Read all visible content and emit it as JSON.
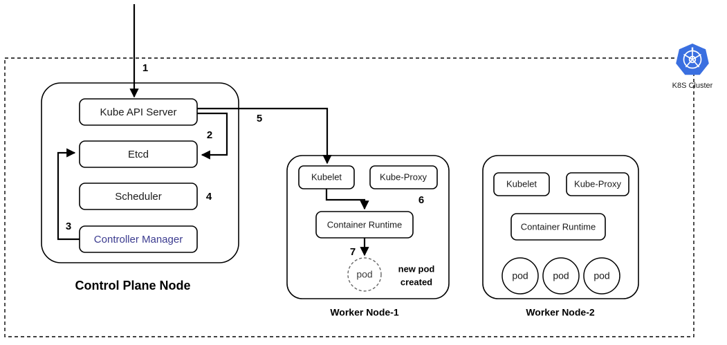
{
  "diagram": {
    "title_caption_control_plane": "Control Plane Node",
    "caption_worker1": "Worker Node-1",
    "caption_worker2": "Worker Node-2",
    "cluster_label": "K8S Cluster",
    "cluster_logo_icon": "kubernetes-helm-icon",
    "colors": {
      "stroke": "#000000",
      "accent_text": "#3b3b8f",
      "k8s_blue": "#3a6fe0",
      "pod_dashed": "#666666",
      "background": "#ffffff"
    }
  },
  "control_plane": {
    "components": [
      {
        "label": "Kube API Server",
        "accent": false
      },
      {
        "label": "Etcd",
        "accent": false
      },
      {
        "label": "Scheduler",
        "accent": false
      },
      {
        "label": "Controller Manager",
        "accent": true
      }
    ]
  },
  "worker1": {
    "components": [
      {
        "label": "Kubelet"
      },
      {
        "label": "Kube-Proxy"
      },
      {
        "label": "Container Runtime"
      }
    ],
    "pods": [
      {
        "label": "pod",
        "style": "dashed"
      }
    ],
    "note": {
      "line1": "new pod",
      "line2": "created"
    }
  },
  "worker2": {
    "components": [
      {
        "label": "Kubelet"
      },
      {
        "label": "Kube-Proxy"
      },
      {
        "label": "Container Runtime"
      }
    ],
    "pods": [
      {
        "label": "pod",
        "style": "solid"
      },
      {
        "label": "pod",
        "style": "solid"
      },
      {
        "label": "pod",
        "style": "solid"
      }
    ]
  },
  "steps": [
    {
      "number": "1",
      "meaning": "request-into-kube-api-server"
    },
    {
      "number": "2",
      "meaning": "api-server-writes-to-etcd"
    },
    {
      "number": "3",
      "meaning": "controller-manager-to-etcd"
    },
    {
      "number": "4",
      "meaning": "scheduler"
    },
    {
      "number": "5",
      "meaning": "api-server-to-kubelet"
    },
    {
      "number": "6",
      "meaning": "kube-proxy"
    },
    {
      "number": "7",
      "meaning": "container-runtime-creates-pod"
    }
  ]
}
